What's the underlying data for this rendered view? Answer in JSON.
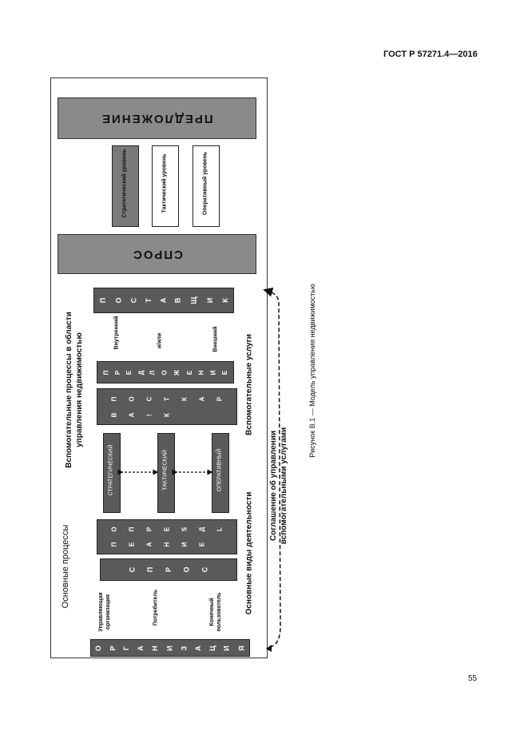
{
  "header": {
    "doc_code": "ГОСТ Р 57271.4—2016"
  },
  "footer": {
    "page_number": "55"
  },
  "figure": {
    "caption": "Рисунок В.1 — Модель управления недвижимостью",
    "demand": "СПРОС",
    "supply": "ПРЕДЛОЖЕНИЕ",
    "levels": {
      "strategic": "Стратегический уровень",
      "tactical": "Тактический уровень",
      "operational": "Оперативный уровень"
    },
    "main_processes": "Основные процессы",
    "support_processes": "Вспомогательные процессы в области управления недвижимостью",
    "main_activities": "Основные виды деятельности",
    "support_services": "Вспомогательные услуги",
    "agreement": "Соглашение об управлении вспомогательными услугами",
    "organization": [
      "О",
      "Р",
      "Г",
      "А",
      "Н",
      "И",
      "З",
      "А",
      "Ц",
      "И",
      "Я"
    ],
    "roles": {
      "managing": "Управляющая организация",
      "consumer": "Потребитель",
      "end_user": "Конечный пользователь"
    },
    "demand_col": [
      "С",
      "П",
      "Р",
      "О",
      "С"
    ],
    "supply_col": [
      "О",
      "П",
      "Р",
      "Е",
      "S",
      "Д",
      "L",
      "П",
      "Е",
      "А",
      "Н",
      "И",
      "Е"
    ],
    "management": {
      "strategic": "СТРАТЕГИЧЕСКИЙ",
      "tactical": "ТАКТИЧЕСКИЙ",
      "operational": "ОПЕРАТИВНЫЙ"
    },
    "deliveries": [
      "П",
      "О",
      "С",
      "Т",
      "К",
      "А",
      "Р",
      "В",
      "А",
      "!",
      "К"
    ],
    "offers": [
      "П",
      "Р",
      "Е",
      "Д",
      "Л",
      "О",
      "Ж",
      "Е",
      "Н",
      "И",
      "Е"
    ],
    "supplier_types": {
      "internal": "Внутренний",
      "andor": "и/или",
      "external": "Внешний"
    },
    "suppliers": [
      "П",
      "О",
      "С",
      "Т",
      "А",
      "В",
      "Щ",
      "И",
      "К"
    ]
  }
}
